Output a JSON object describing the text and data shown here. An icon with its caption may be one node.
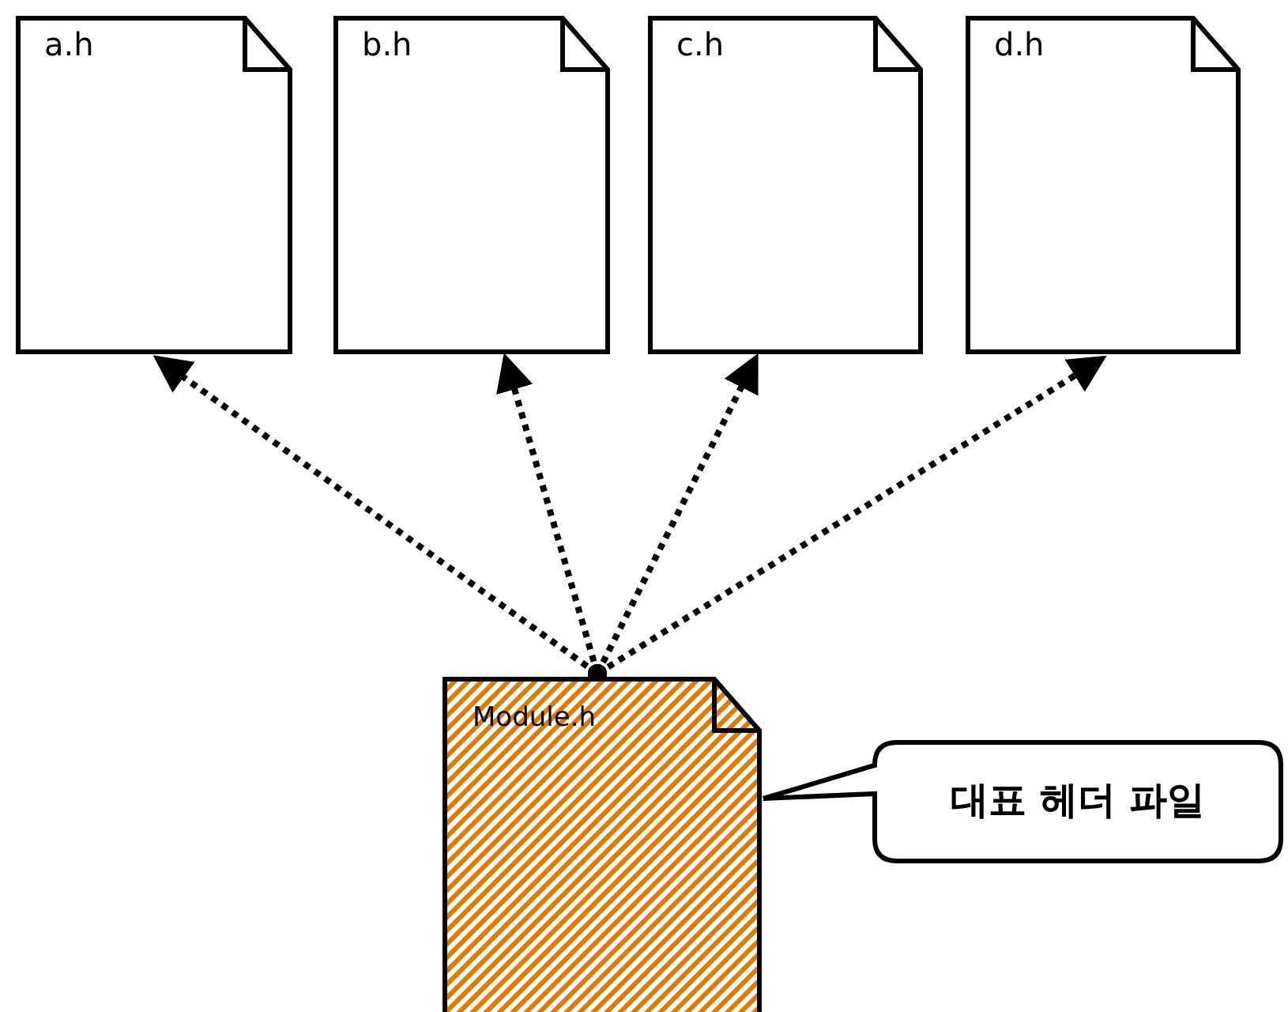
{
  "diagram": {
    "nodes": [
      {
        "text": [
          "a.h"
        ]
      },
      {
        "text": [
          "b.h"
        ]
      },
      {
        "text": [
          "c.h"
        ]
      },
      {
        "text": [
          "d.h"
        ]
      },
      {
        "text": [
          "Module.h"
        ]
      },
      {
        "text": [
          "대표 헤더 파일"
        ]
      }
    ],
    "edges": [
      {
        "from": 4,
        "to": 0,
        "arrow": "to",
        "style": "dashed"
      },
      {
        "from": 4,
        "to": 1,
        "arrow": "to",
        "style": "dashed"
      },
      {
        "from": 4,
        "to": 2,
        "arrow": "to",
        "style": "dashed"
      },
      {
        "from": 4,
        "to": 3,
        "arrow": "to",
        "style": "dashed"
      }
    ]
  }
}
